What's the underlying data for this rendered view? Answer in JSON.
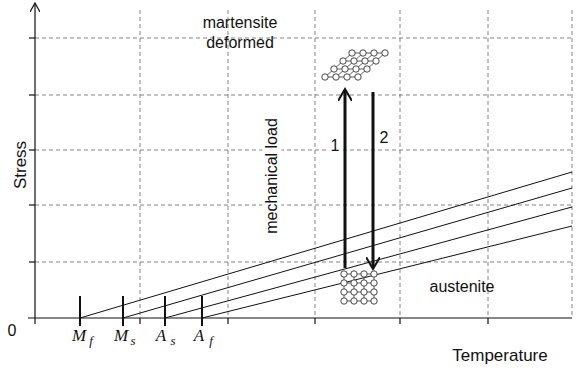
{
  "diagram": {
    "labels": [
      "martensite deformed",
      "mechanical load",
      "1",
      "2",
      "austenite",
      "Stress",
      "0",
      "M",
      "f",
      "M",
      "s",
      "A",
      "s",
      "A",
      "f",
      "Temperature"
    ]
  }
}
